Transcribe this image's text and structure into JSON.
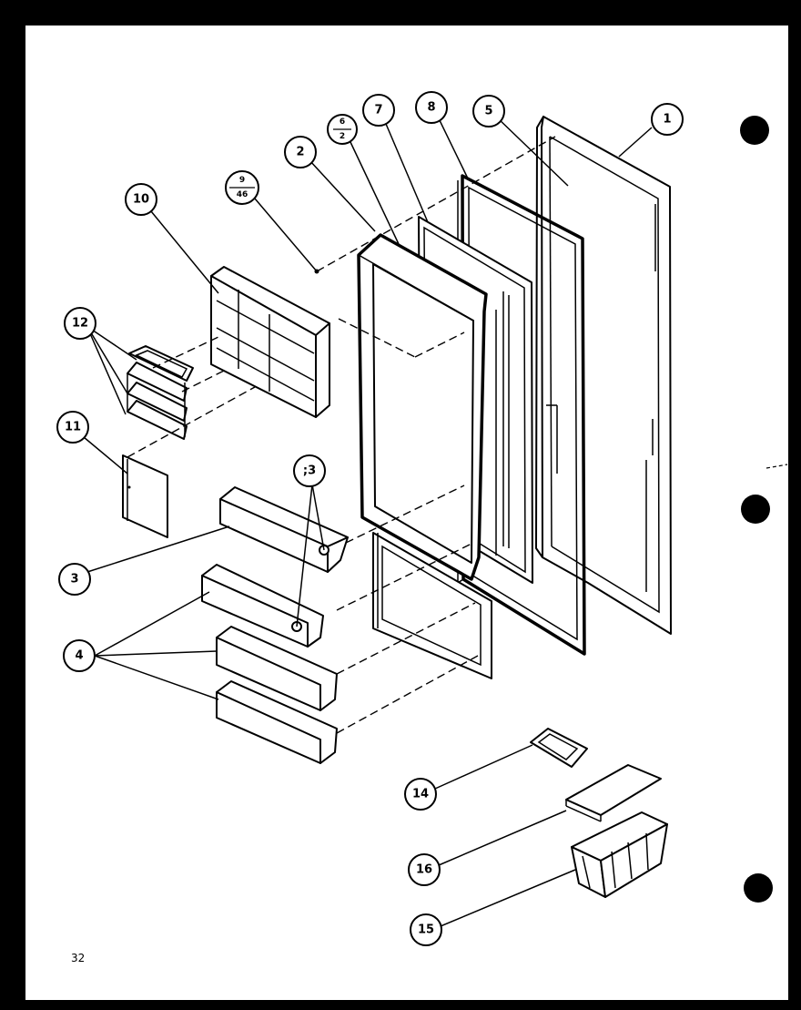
{
  "callouts": [
    {
      "id": "c1",
      "label": "1"
    },
    {
      "id": "c5",
      "label": "5"
    },
    {
      "id": "c8",
      "label": "8"
    },
    {
      "id": "c7",
      "label": "7"
    },
    {
      "id": "c6",
      "top": "6",
      "bottom": "2"
    },
    {
      "id": "c2",
      "label": "2"
    },
    {
      "id": "c9",
      "top": "9",
      "bottom": "46"
    },
    {
      "id": "c10",
      "label": "10"
    },
    {
      "id": "c12",
      "label": "12"
    },
    {
      "id": "c11",
      "label": "11"
    },
    {
      "id": "c13",
      "label": ";3"
    },
    {
      "id": "c3",
      "label": "3"
    },
    {
      "id": "c4",
      "label": "4"
    },
    {
      "id": "c14",
      "label": "14"
    },
    {
      "id": "c16",
      "label": "16"
    },
    {
      "id": "c15",
      "label": "15"
    }
  ],
  "page_number": "32"
}
